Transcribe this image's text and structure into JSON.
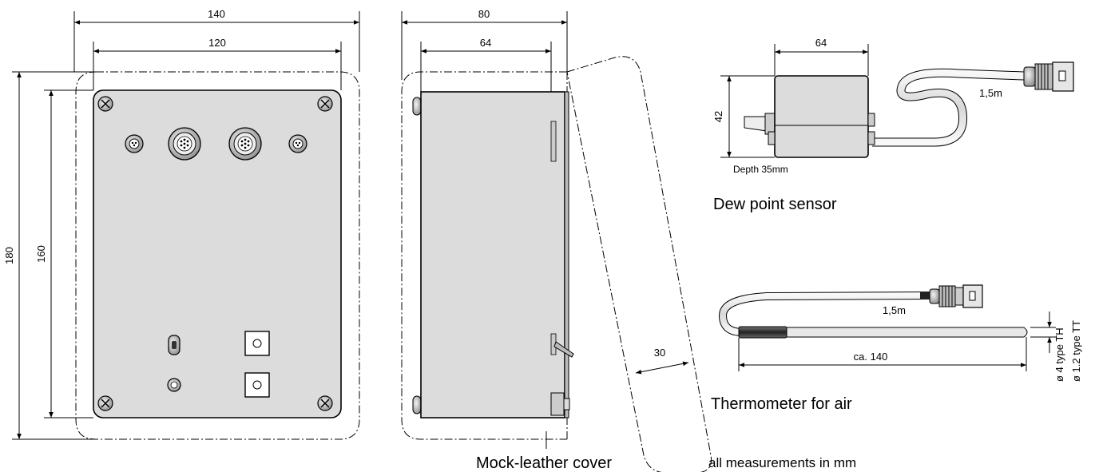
{
  "front_view": {
    "width_outer": "140",
    "width_inner": "120",
    "height_outer": "180",
    "height_inner": "160"
  },
  "side_view": {
    "width_outer": "80",
    "width_inner": "64",
    "cover_thickness": "30",
    "cover_label": "Mock-leather cover"
  },
  "dew_point_sensor": {
    "width": "64",
    "height": "42",
    "depth": "Depth 35mm",
    "cable": "1,5m",
    "title": "Dew point sensor"
  },
  "thermometer": {
    "cable": "1,5m",
    "length": "ca. 140",
    "dia_th": "ø 4 type TH",
    "dia_tt": "ø 1.2 type TT",
    "title": "Thermometer for air"
  },
  "footer_note": "all measurements in mm"
}
